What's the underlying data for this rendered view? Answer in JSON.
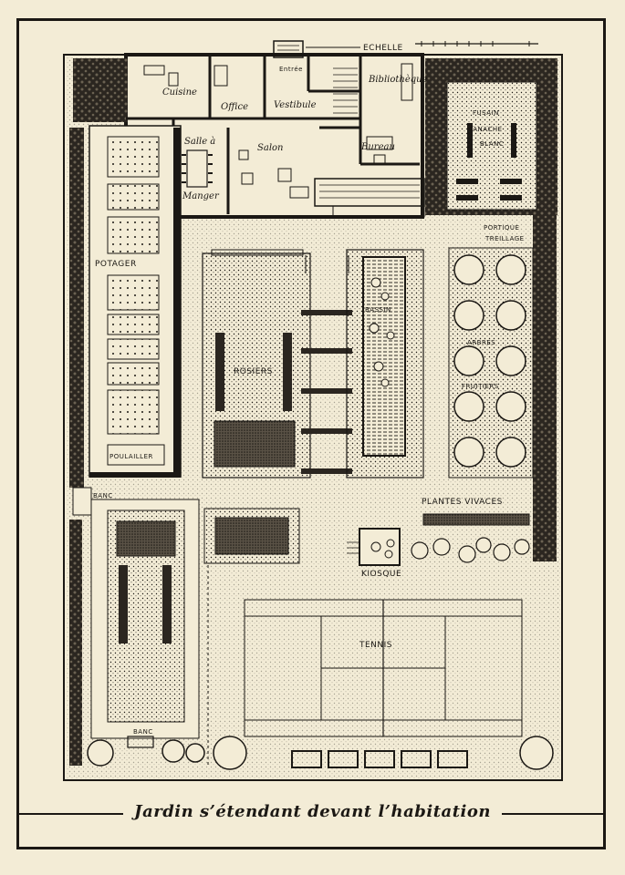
{
  "caption": "Jardin s’étendant devant l’habitation",
  "labels": {
    "echelle": "ECHELLE",
    "entree": "Entrée",
    "cuisine": "Cuisine",
    "office": "Office",
    "vestibule": "Vestibule",
    "bibliotheque": "Bibliothèque",
    "salle_a": "Salle à",
    "manger": "Manger",
    "salon": "Salon",
    "bureau": "Bureau",
    "fusain": "FUSAIN",
    "panache": "PANACHE",
    "blanc": "BLANC",
    "portique": "PORTIQUE",
    "treillage": "TREILLAGE",
    "potager": "POTAGER",
    "bassin": "BASSIN",
    "rosiers": "ROSIERS",
    "arbres": "ARBRES",
    "fruitiers": "FRUITIERS",
    "poulailler": "POULAILLER",
    "banc_left": "BANC",
    "plantes_vivaces": "PLANTES VIVACES",
    "kiosque": "KIOSQUE",
    "tennis": "TENNIS",
    "banc_bottom": "BANC"
  }
}
